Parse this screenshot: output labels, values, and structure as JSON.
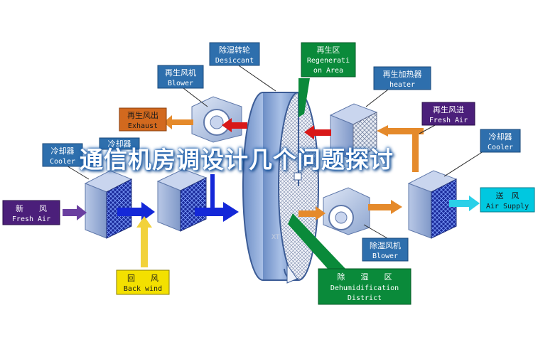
{
  "labels": {
    "desiccant": {
      "zh": "除湿转轮",
      "en": "Desiccant"
    },
    "regen_area": {
      "zh": "再生区",
      "en1": "Regenerati",
      "en2": "on Area"
    },
    "regen_blower": {
      "zh": "再生风机",
      "en": "Blower"
    },
    "regen_heater": {
      "zh": "再生加热器",
      "en": "heater"
    },
    "regen_exhaust": {
      "zh": "再生风出",
      "en": "Exhaust"
    },
    "regen_fresh": {
      "zh": "再生风进",
      "en": "Fresh Air"
    },
    "cooler_left": {
      "zh": "冷却器",
      "en": "Cooler"
    },
    "cooler_mid": {
      "zh": "冷却器"
    },
    "cooler_right": {
      "zh": "冷却器",
      "en": "Cooler"
    },
    "fresh_air": {
      "zh": "新　　风",
      "en": "Fresh Air"
    },
    "back_wind": {
      "zh": "回　　风",
      "en": "Back wind"
    },
    "dehum_blower": {
      "zh": "除湿风机",
      "en": "Blower"
    },
    "dehum_district": {
      "zh": "除　　湿　　区",
      "en1": "Dehumidification",
      "en2": "District"
    },
    "supply_air": {
      "zh": "送　风",
      "en": "Air Supply"
    }
  },
  "watermark": "XT",
  "overlay_title": "通信机房调设计几个问题探讨",
  "colors": {
    "label_blue": "#2e6fad",
    "label_green": "#0a8a3a",
    "label_orange": "#d2691e",
    "label_purple": "#4b1f7a",
    "label_yellow": "#f3e000",
    "label_cyan": "#00c8e0",
    "arrow_blue": "#1428d8",
    "arrow_orange": "#e58a2b",
    "arrow_red": "#d81818",
    "arrow_purple": "#6a3fa0",
    "arrow_yellow": "#f2d23a",
    "arrow_cyan": "#2ad0e8"
  }
}
